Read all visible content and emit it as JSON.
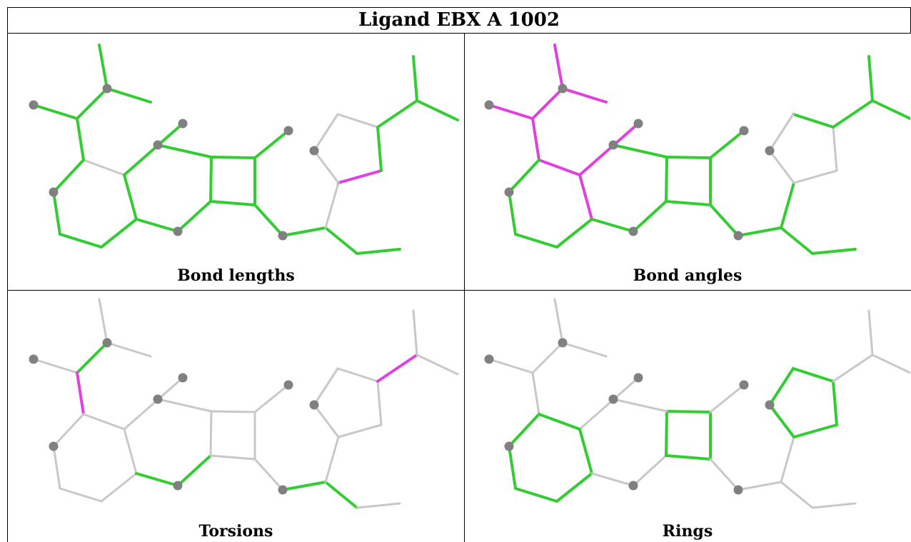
{
  "title": "Ligand EBX A 1002",
  "panels": [
    {
      "caption": "Bond lengths"
    },
    {
      "caption": "Bond angles"
    },
    {
      "caption": "Torsions"
    },
    {
      "caption": "Rings"
    }
  ],
  "colors": {
    "good": "#33cc33",
    "outlier": "#e040e0",
    "bond": "#c8c8c8",
    "atom": "#808080"
  }
}
